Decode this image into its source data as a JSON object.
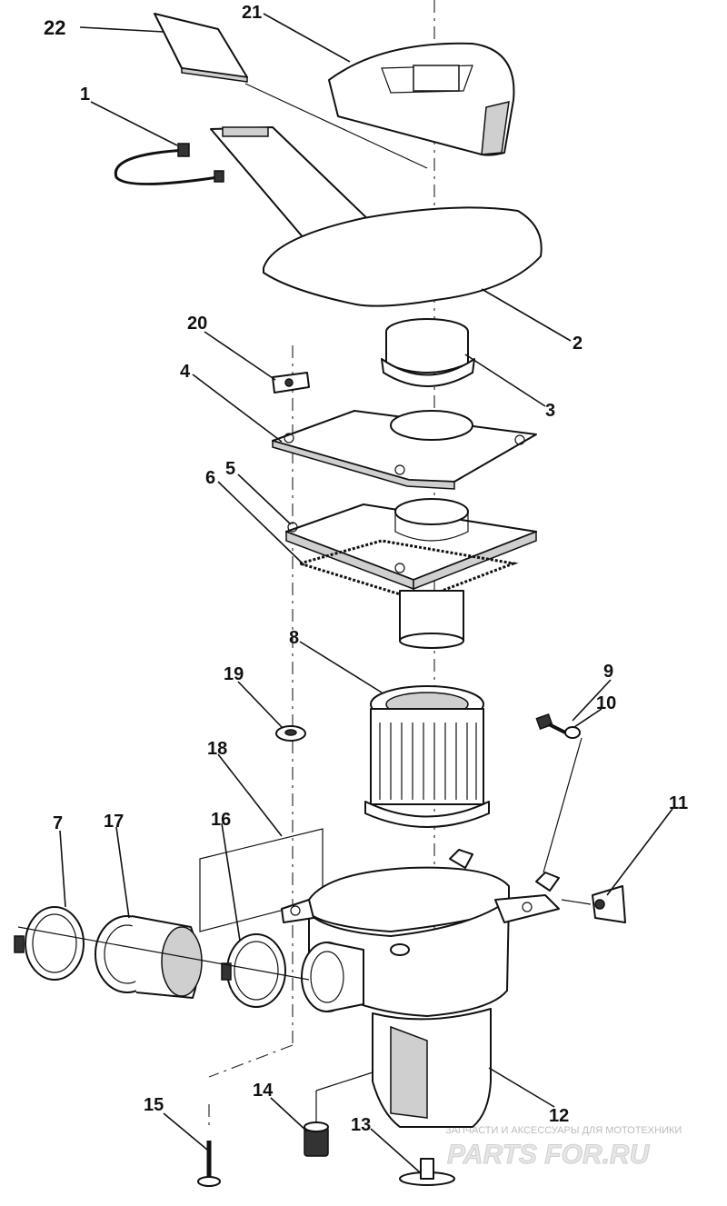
{
  "diagram": {
    "callouts": [
      "22",
      "21",
      "1",
      "2",
      "20",
      "3",
      "4",
      "5",
      "6",
      "8",
      "19",
      "9",
      "10",
      "18",
      "7",
      "17",
      "16",
      "11",
      "15",
      "14",
      "13",
      "12"
    ]
  },
  "watermark": {
    "subtitle": "ЗАПЧАСТИ И АКСЕССУАРЫ ДЛЯ МОТОТЕХНИКИ",
    "brand": "PARTS FOR.RU"
  },
  "colors": {
    "line": "#111111",
    "watermark": "#cfcfcf"
  }
}
